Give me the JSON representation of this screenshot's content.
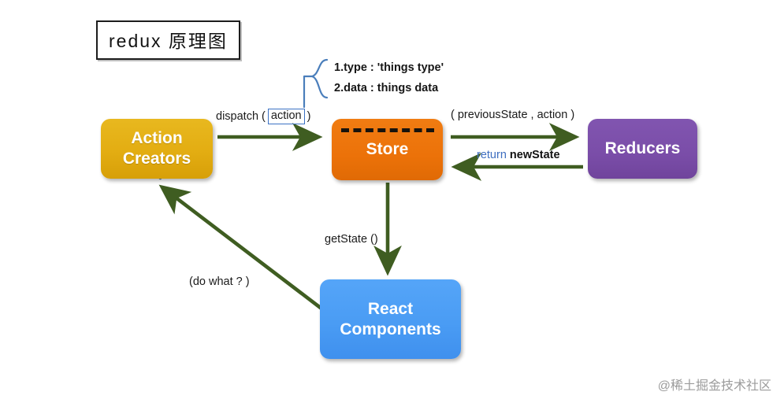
{
  "title": {
    "text": "redux 原理图"
  },
  "nodes": {
    "action_creators": {
      "label": "Action\nCreators",
      "color": "#e3ad12"
    },
    "store": {
      "label": "Store",
      "color": "#ec7209"
    },
    "reducers": {
      "label": "Reducers",
      "color": "#7a4da8"
    },
    "react_components": {
      "label": "React\nComponents",
      "color": "#4a9cf4"
    }
  },
  "edges": {
    "dispatch_prefix": "dispatch (",
    "dispatch_boxed": "action",
    "dispatch_suffix": ")",
    "previous_state": "( previousState , action )",
    "return_keyword": "return",
    "return_value": "newState",
    "get_state": "getState ()",
    "do_what": "(do what ? )"
  },
  "annotation": {
    "line1": "1.type : 'things type'",
    "line2": "2.data :  things data"
  },
  "watermark": {
    "text": "@稀土掘金技术社区"
  },
  "colors": {
    "arrow": "#3f5d21",
    "brace": "#4a7ebb",
    "dotted": "#5b7fa6",
    "background": "#ffffff"
  }
}
